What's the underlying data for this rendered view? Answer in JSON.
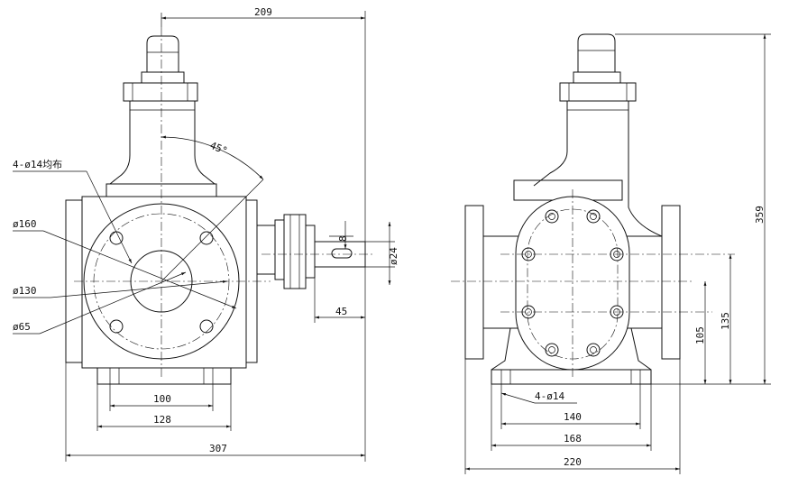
{
  "left_view": {
    "dim_top": "209",
    "dim_angle": "45°",
    "label_bolts": "4-ø14均布",
    "label_d160": "ø160",
    "label_d130": "ø130",
    "label_d65": "ø65",
    "dim_key": "8",
    "dim_shaft": "ø24",
    "dim_shaft_len": "45",
    "dim_100": "100",
    "dim_128": "128",
    "dim_307": "307"
  },
  "right_view": {
    "dim_359": "359",
    "dim_135": "135",
    "dim_105": "105",
    "label_bolts": "4-ø14",
    "dim_140": "140",
    "dim_168": "168",
    "dim_220": "220"
  }
}
